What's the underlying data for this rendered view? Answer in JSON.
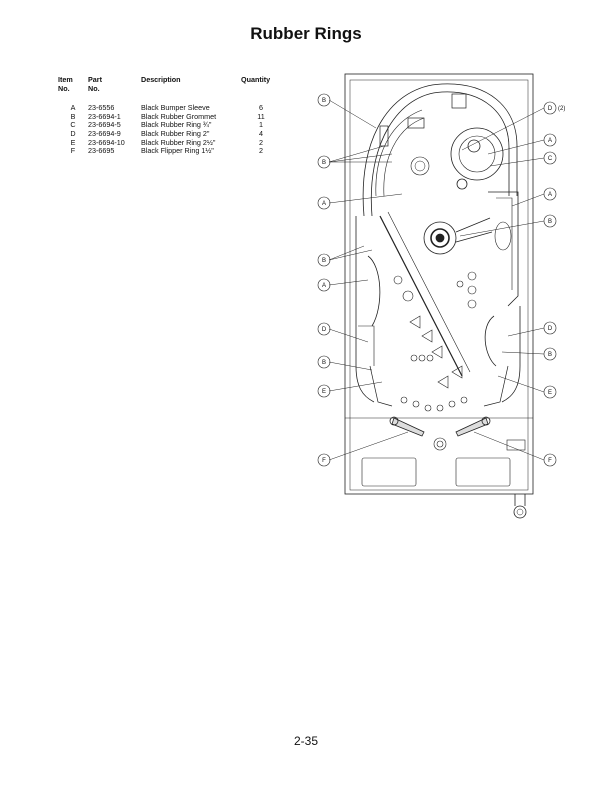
{
  "page": {
    "title": "Rubber Rings",
    "page_number": "2-35"
  },
  "table": {
    "headers": {
      "item": [
        "Item",
        "No."
      ],
      "part": [
        "Part",
        "No."
      ],
      "description": "Description",
      "quantity": "Quantity"
    },
    "rows": [
      {
        "item": "A",
        "part": "23-6556",
        "description": "Black Bumper Sleeve",
        "quantity": "6"
      },
      {
        "item": "B",
        "part": "23-6694-1",
        "description": "Black Rubber Grommet",
        "quantity": "11"
      },
      {
        "item": "C",
        "part": "23-6694-5",
        "description": "Black Rubber Ring ¾\"",
        "quantity": "1"
      },
      {
        "item": "D",
        "part": "23-6694-9",
        "description": "Black Rubber Ring 2\"",
        "quantity": "4"
      },
      {
        "item": "E",
        "part": "23-6694-10",
        "description": "Black Rubber Ring 2½\"",
        "quantity": "2"
      },
      {
        "item": "F",
        "part": "23-6695",
        "description": "Black Flipper Ring 1½\"",
        "quantity": "2"
      }
    ]
  },
  "diagram": {
    "callouts_left": [
      "B",
      "B",
      "A",
      "B",
      "A",
      "D",
      "B",
      "E",
      "F"
    ],
    "callouts_right": [
      "D",
      "A",
      "C",
      "A",
      "B",
      "D",
      "B",
      "E",
      "F"
    ],
    "callout_suffix": "(2)"
  }
}
